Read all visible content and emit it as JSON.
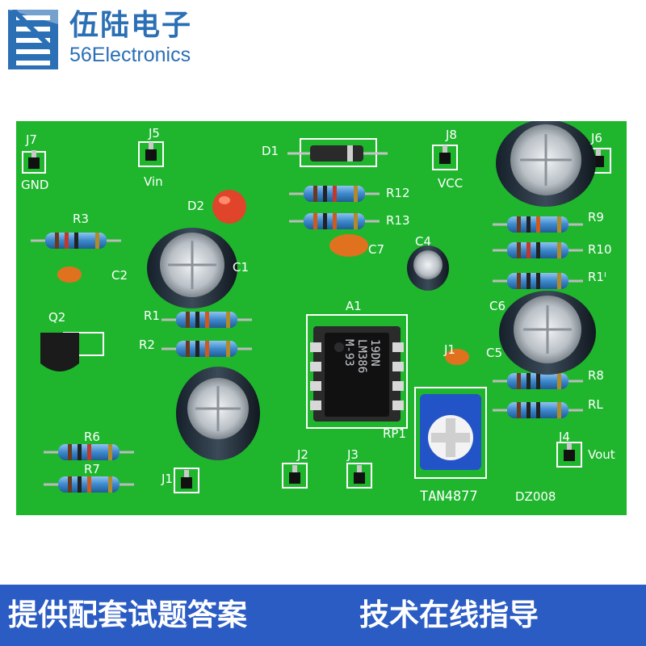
{
  "brand": {
    "name_cn": "伍陆电子",
    "name_en": "56Electronics",
    "color": "#2b6fb5"
  },
  "board": {
    "pcb_color": "#1fb62e",
    "model": "TAN4877",
    "code": "DZ008",
    "chip": {
      "ref": "A1",
      "line1": "19DN",
      "line2": "LM386",
      "line3": "M-93"
    },
    "labels": {
      "j7": "J7",
      "gnd": "GND",
      "j5": "J5",
      "vin": "Vin",
      "d1": "D1",
      "d2": "D2",
      "r12": "R12",
      "r13": "R13",
      "c7": "C7",
      "j8": "J8",
      "vcc": "VCC",
      "j6": "J6",
      "r3": "R3",
      "c2": "C2",
      "c1": "C1",
      "c4": "C4",
      "r9": "R9",
      "r10": "R10",
      "r11": "R1ᴵ",
      "q2": "Q2",
      "r1": "R1",
      "r2": "R2",
      "c6": "C6",
      "c5": "C5",
      "r8": "R8",
      "rl": "RL",
      "j1_top": "J1",
      "rp1": "RP1",
      "r6": "R6",
      "r7": "R7",
      "j4": "J4",
      "vout": "Vout",
      "j1": "J1",
      "j2": "J2",
      "j3": "J3"
    }
  },
  "banner": {
    "left": "提供配套试题答案",
    "right": "技术在线指导",
    "bg": "#2a5cc4"
  }
}
